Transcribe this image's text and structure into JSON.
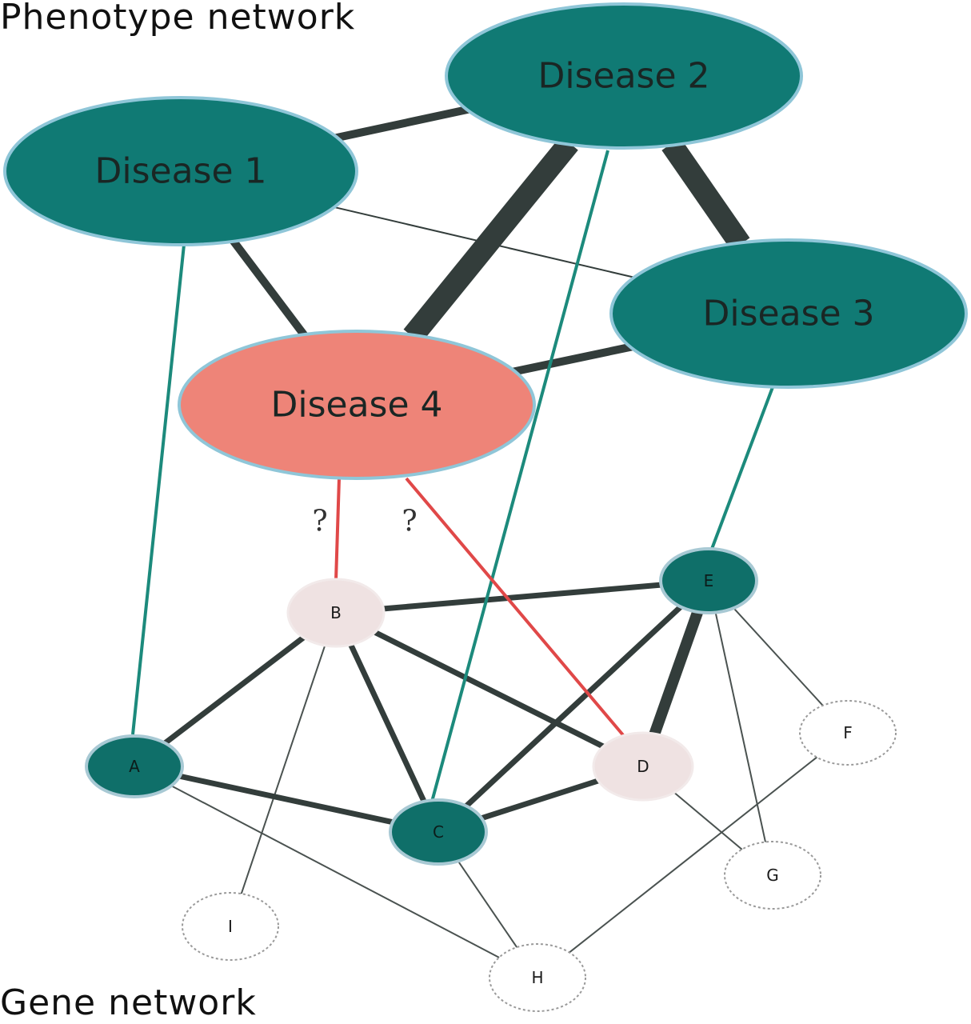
{
  "titles": {
    "phenotype": "Phenotype network",
    "gene": "Gene network"
  },
  "colors": {
    "disease": "#107a74",
    "disease_border": "#8fc6d8",
    "disease_target": "#ee8478",
    "gene_known": "#0f6f69",
    "gene_candidate": "#efe2e2",
    "gene_other": "#ffffff",
    "edge_dark": "#333d3b",
    "edge_teal": "#1c8a7c",
    "edge_red": "#e04848",
    "edge_thin": "#4a5250"
  },
  "disease_nodes": [
    {
      "id": "d1",
      "label": "Disease 1",
      "kind": "disease"
    },
    {
      "id": "d2",
      "label": "Disease 2",
      "kind": "disease"
    },
    {
      "id": "d3",
      "label": "Disease 3",
      "kind": "disease"
    },
    {
      "id": "d4",
      "label": "Disease 4",
      "kind": "target"
    }
  ],
  "gene_nodes": [
    {
      "id": "A",
      "label": "A",
      "kind": "known"
    },
    {
      "id": "B",
      "label": "B",
      "kind": "candidate"
    },
    {
      "id": "C",
      "label": "C",
      "kind": "known"
    },
    {
      "id": "D",
      "label": "D",
      "kind": "candidate"
    },
    {
      "id": "E",
      "label": "E",
      "kind": "known"
    },
    {
      "id": "F",
      "label": "F",
      "kind": "other"
    },
    {
      "id": "G",
      "label": "G",
      "kind": "other"
    },
    {
      "id": "H",
      "label": "H",
      "kind": "other"
    },
    {
      "id": "I",
      "label": "I",
      "kind": "other"
    }
  ],
  "disease_edges": [
    {
      "from": "d1",
      "to": "d2",
      "weight": "medium"
    },
    {
      "from": "d1",
      "to": "d3",
      "weight": "thin"
    },
    {
      "from": "d1",
      "to": "d4",
      "weight": "medium"
    },
    {
      "from": "d2",
      "to": "d4",
      "weight": "heavy"
    },
    {
      "from": "d2",
      "to": "d3",
      "weight": "heavy"
    },
    {
      "from": "d3",
      "to": "d4",
      "weight": "medium"
    }
  ],
  "association_edges": [
    {
      "from": "d1",
      "to": "A",
      "style": "teal"
    },
    {
      "from": "d2",
      "to": "C",
      "style": "teal"
    },
    {
      "from": "d3",
      "to": "E",
      "style": "teal"
    },
    {
      "from": "d4",
      "to": "B",
      "style": "red"
    },
    {
      "from": "d4",
      "to": "D",
      "style": "red"
    }
  ],
  "unknown_marks": [
    "?",
    "?"
  ],
  "gene_edges": [
    {
      "from": "B",
      "to": "E",
      "weight": "medium"
    },
    {
      "from": "B",
      "to": "A",
      "weight": "medium"
    },
    {
      "from": "B",
      "to": "C",
      "weight": "medium"
    },
    {
      "from": "B",
      "to": "D",
      "weight": "medium"
    },
    {
      "from": "B",
      "to": "I",
      "weight": "thin"
    },
    {
      "from": "A",
      "to": "C",
      "weight": "medium"
    },
    {
      "from": "A",
      "to": "H",
      "weight": "thin"
    },
    {
      "from": "C",
      "to": "D",
      "weight": "medium"
    },
    {
      "from": "C",
      "to": "E",
      "weight": "medium"
    },
    {
      "from": "C",
      "to": "H",
      "weight": "thin"
    },
    {
      "from": "D",
      "to": "E",
      "weight": "heavy"
    },
    {
      "from": "D",
      "to": "G",
      "weight": "thin"
    },
    {
      "from": "E",
      "to": "F",
      "weight": "thin"
    },
    {
      "from": "E",
      "to": "G",
      "weight": "thin"
    },
    {
      "from": "H",
      "to": "F",
      "weight": "thin"
    }
  ]
}
